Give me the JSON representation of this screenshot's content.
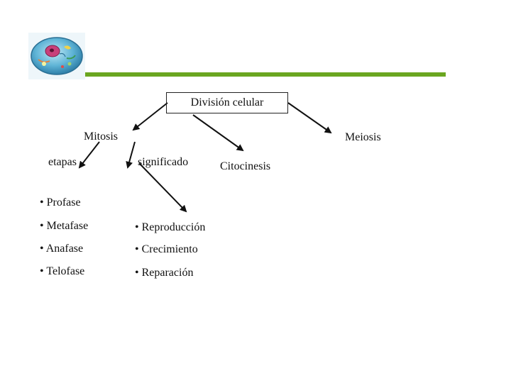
{
  "header": {
    "accent_color": "#6aa620",
    "logo_icon": "animal-cell-icon"
  },
  "diagram": {
    "root": "División celular",
    "branches": {
      "left": "Mitosis",
      "right": "Meiosis"
    },
    "sub": {
      "etapas": "etapas",
      "significado": "significado",
      "citocinesis": "Citocinesis"
    },
    "etapas_list": [
      "• Profase",
      "• Metafase",
      "• Anafase",
      "• Telofase"
    ],
    "significado_list": [
      "• Reproducción",
      "• Crecimiento",
      "• Reparación"
    ]
  }
}
